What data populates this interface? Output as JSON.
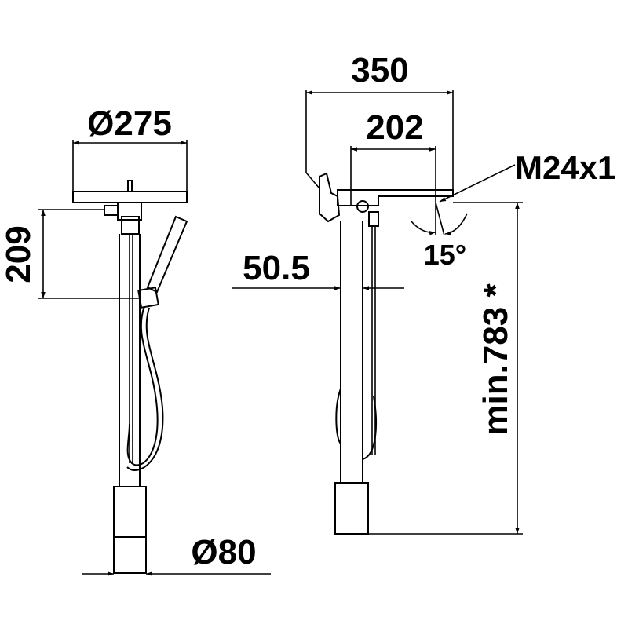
{
  "dimensions": {
    "width_350": "350",
    "width_202": "202",
    "diameter_275": "Ø275",
    "height_209": "209",
    "offset_50_5": "50.5",
    "thread_m24": "M24x1",
    "angle_15": "15°",
    "height_min_783": "min.783 *",
    "diameter_80": "Ø80"
  },
  "colors": {
    "line": "#000000",
    "background": "#ffffff"
  }
}
